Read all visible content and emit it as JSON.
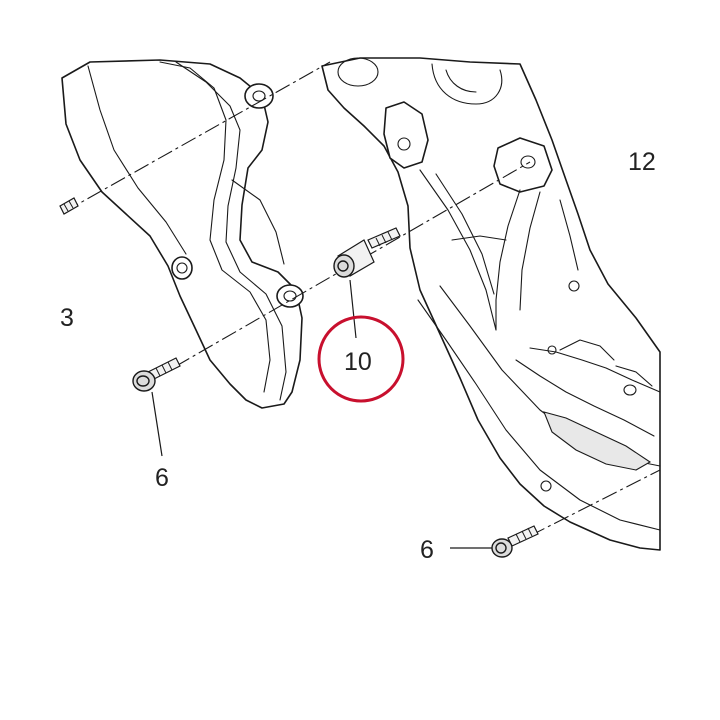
{
  "labels": {
    "part_3": "3",
    "part_12": "12",
    "part_6_left": "6",
    "part_6_bottom": "6",
    "part_10": "10"
  },
  "colors": {
    "line": "#1a1a1a",
    "highlight_circle": "#c8102e",
    "label_text": "#222222"
  }
}
